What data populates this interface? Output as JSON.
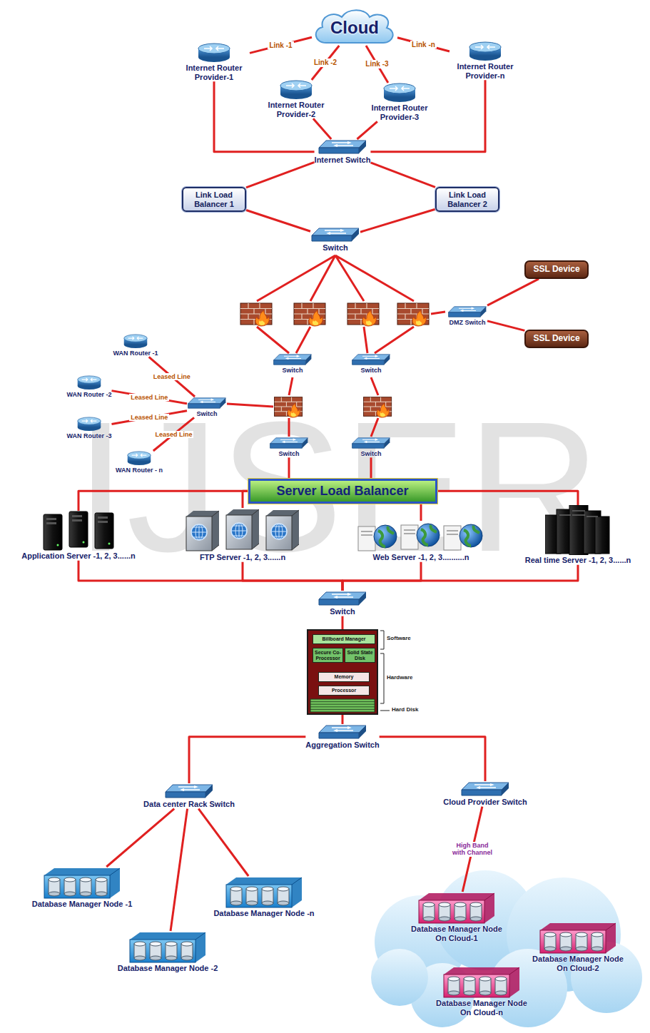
{
  "diagram": {
    "nodes": [
      {
        "text": [
          "Cloud"
        ]
      },
      {
        "text": [
          "Internet Router Provider-1"
        ]
      },
      {
        "text": [
          "Internet Router Provider-2"
        ]
      },
      {
        "text": [
          "Internet Router Provider-3"
        ]
      },
      {
        "text": [
          "Internet Router Provider-n"
        ]
      },
      {
        "text": [
          "Internet Switch"
        ]
      },
      {
        "text": [
          "Link Load Balancer 1"
        ]
      },
      {
        "text": [
          "Link Load Balancer 2"
        ]
      },
      {
        "text": [
          "Switch"
        ]
      },
      {
        "text": [
          "DMZ Switch"
        ]
      },
      {
        "text": [
          "SSL Device"
        ]
      },
      {
        "text": [
          "SSL Device"
        ]
      },
      {
        "text": [
          "Switch"
        ]
      },
      {
        "text": [
          "Switch"
        ]
      },
      {
        "text": [
          "WAN Router -1"
        ]
      },
      {
        "text": [
          "WAN Router -2"
        ]
      },
      {
        "text": [
          "WAN Router -3"
        ]
      },
      {
        "text": [
          "WAN Router - n"
        ]
      },
      {
        "text": [
          "Switch"
        ]
      },
      {
        "text": [
          "Switch"
        ]
      },
      {
        "text": [
          "Switch"
        ]
      },
      {
        "text": [
          "Server Load Balancer"
        ]
      },
      {
        "text": [
          "Application Server -1, 2, 3......n"
        ]
      },
      {
        "text": [
          "FTP Server -1, 2, 3......n"
        ]
      },
      {
        "text": [
          "Web Server -1, 2, 3..........n"
        ]
      },
      {
        "text": [
          "Real time Server -1, 2, 3......n"
        ]
      },
      {
        "text": [
          "Switch"
        ]
      },
      {
        "text": []
      },
      {
        "text": [
          "Billboard Manager"
        ],
        "in": 27
      },
      {
        "text": [
          "Secure Co-Processor"
        ],
        "in": 27
      },
      {
        "text": [
          "Solid State Disk"
        ],
        "in": 27
      },
      {
        "text": [
          "Memory"
        ],
        "in": 27
      },
      {
        "text": [
          "Processor"
        ],
        "in": 27
      },
      {
        "text": [
          "Aggregation Switch"
        ]
      },
      {
        "text": [
          "Data center Rack Switch"
        ]
      },
      {
        "text": [
          "Cloud Provider Switch"
        ]
      },
      {
        "text": [
          "Database Manager Node -1"
        ]
      },
      {
        "text": [
          "Database Manager Node -2"
        ]
      },
      {
        "text": [
          "Database Manager Node -n"
        ]
      },
      {
        "text": [
          "Database Manager Node On Cloud-1"
        ]
      },
      {
        "text": [
          "Database Manager Node On Cloud-2"
        ]
      },
      {
        "text": [
          "Database Manager Node On Cloud-n"
        ]
      }
    ],
    "edges": [
      {
        "from": 0,
        "to": 1,
        "label": "Link -1",
        "arrow": "none"
      },
      {
        "from": 0,
        "to": 2,
        "label": "Link -2",
        "arrow": "none"
      },
      {
        "from": 0,
        "to": 3,
        "label": "Link -3",
        "arrow": "none"
      },
      {
        "from": 0,
        "to": 4,
        "label": "Link -n",
        "arrow": "none"
      },
      {
        "from": 1,
        "to": 5,
        "arrow": "none"
      },
      {
        "from": 2,
        "to": 5,
        "arrow": "none"
      },
      {
        "from": 3,
        "to": 5,
        "arrow": "none"
      },
      {
        "from": 4,
        "to": 5,
        "arrow": "none"
      },
      {
        "from": 5,
        "to": 6,
        "arrow": "none"
      },
      {
        "from": 5,
        "to": 7,
        "arrow": "none"
      },
      {
        "from": 6,
        "to": 8,
        "arrow": "none"
      },
      {
        "from": 7,
        "to": 8,
        "arrow": "none"
      },
      {
        "from": 9,
        "to": 10,
        "arrow": "none"
      },
      {
        "from": 9,
        "to": 11,
        "arrow": "none"
      },
      {
        "from": 14,
        "to": 18,
        "label": "Leased Line",
        "arrow": "none"
      },
      {
        "from": 15,
        "to": 18,
        "label": "Leased Line",
        "arrow": "none"
      },
      {
        "from": 16,
        "to": 18,
        "label": "Leased Line",
        "arrow": "none"
      },
      {
        "from": 17,
        "to": 18,
        "label": "Leased Line",
        "arrow": "none"
      },
      {
        "from": 19,
        "to": 21,
        "arrow": "none"
      },
      {
        "from": 20,
        "to": 21,
        "arrow": "none"
      },
      {
        "from": 21,
        "to": 22,
        "arrow": "none"
      },
      {
        "from": 21,
        "to": 23,
        "arrow": "none"
      },
      {
        "from": 21,
        "to": 24,
        "arrow": "none"
      },
      {
        "from": 21,
        "to": 25,
        "arrow": "none"
      },
      {
        "from": 22,
        "to": 26,
        "arrow": "none"
      },
      {
        "from": 23,
        "to": 26,
        "arrow": "none"
      },
      {
        "from": 24,
        "to": 26,
        "arrow": "none"
      },
      {
        "from": 25,
        "to": 26,
        "arrow": "none"
      },
      {
        "from": 26,
        "to": 27,
        "arrow": "none"
      },
      {
        "from": 27,
        "to": 33,
        "arrow": "none"
      },
      {
        "from": 33,
        "to": 34,
        "arrow": "none"
      },
      {
        "from": 33,
        "to": 35,
        "arrow": "none"
      },
      {
        "from": 34,
        "to": 36,
        "arrow": "none"
      },
      {
        "from": 34,
        "to": 37,
        "arrow": "none"
      },
      {
        "from": 34,
        "to": 38,
        "arrow": "none"
      },
      {
        "from": 35,
        "to": 39,
        "label": "High Band with Channel",
        "arrow": "none"
      }
    ],
    "labels": [
      "Software",
      "Hardware",
      "Hard Disk",
      "IJSER"
    ]
  }
}
